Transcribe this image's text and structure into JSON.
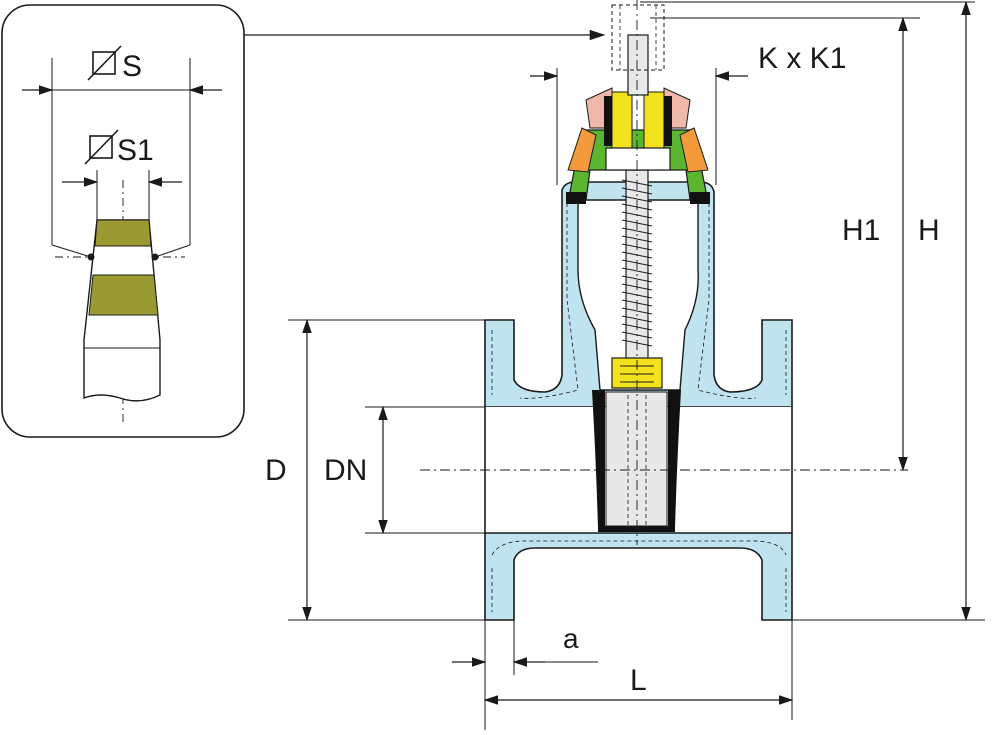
{
  "labels": {
    "s": "S",
    "s1": "S1",
    "k_k1": "K x K1",
    "h1": "H1",
    "h": "H",
    "d": "D",
    "dn": "DN",
    "a": "a",
    "l": "L"
  },
  "colors": {
    "body": "#bfe3ef",
    "stroke": "#1a1a1a",
    "bonnet_ring": "#5cb531",
    "nut_yellow": "#f2e11d",
    "orange_seal": "#f39a3c",
    "pink_seal": "#f0b8a8",
    "wedge_black": "#111111",
    "stem_gray": "#e8e8e8",
    "inset_olive": "#9a9a32"
  }
}
